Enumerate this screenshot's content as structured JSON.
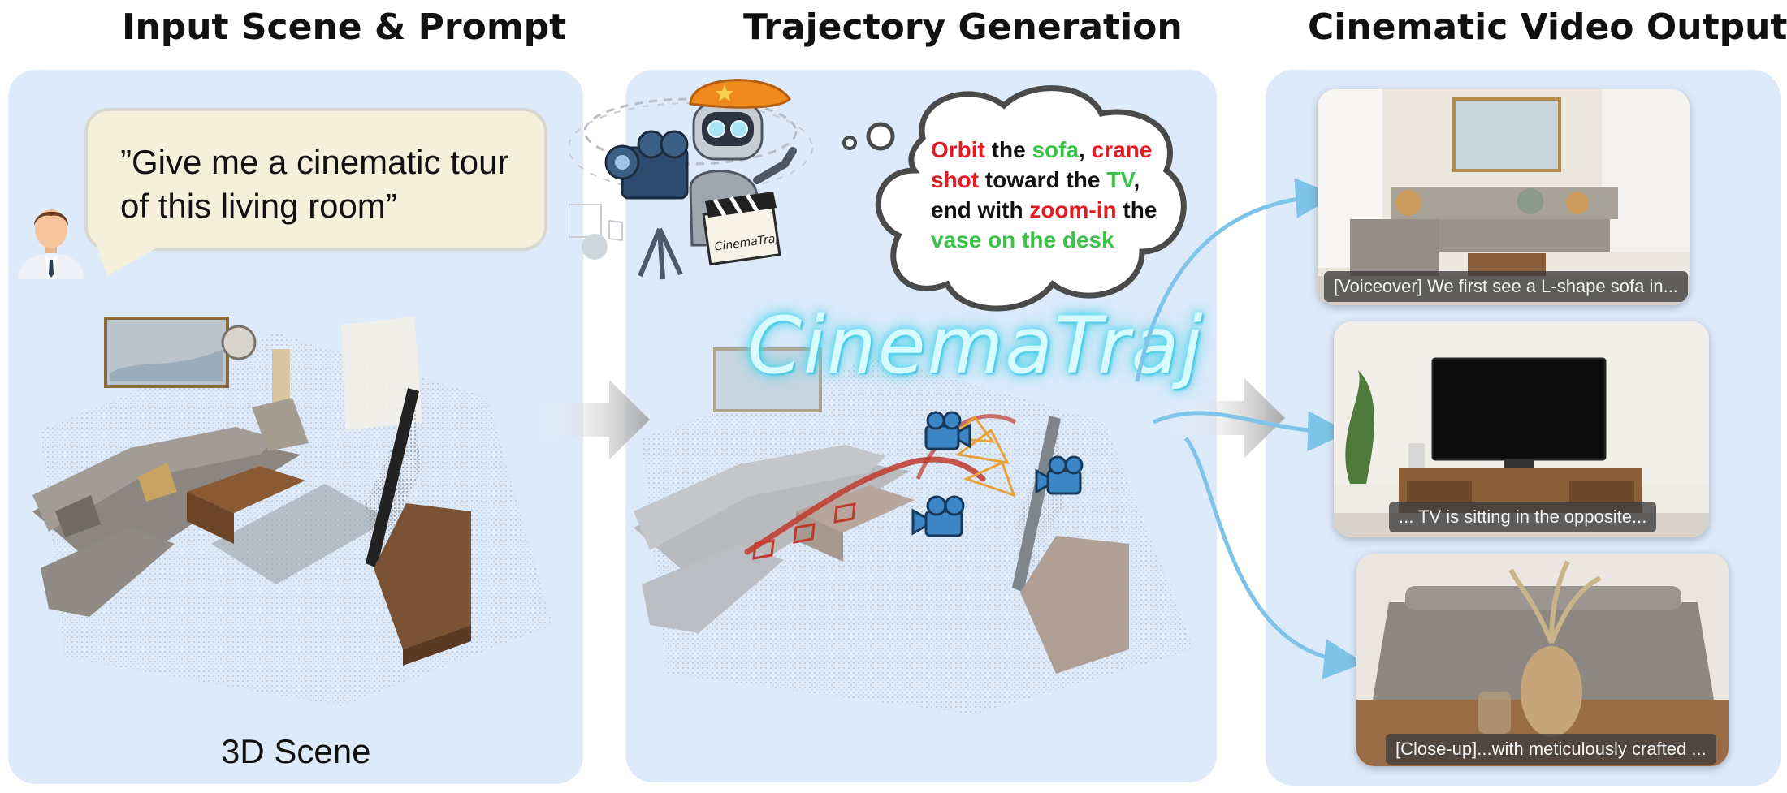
{
  "titles": {
    "input": "Input Scene & Prompt",
    "trajectory": "Trajectory Generation",
    "output": "Cinematic Video Output"
  },
  "prompt": {
    "line1": "”Give me a cinematic tour",
    "line2": "of this living room”"
  },
  "scene_label": "3D Scene",
  "clapper_text": "CinemaTraj",
  "brand": "CinemaTraj",
  "instruction": {
    "orbit": "Orbit",
    "the1": " the ",
    "sofa": "sofa",
    "comma1": ", ",
    "crane": "crane",
    "shot": "shot",
    "toward": " toward the ",
    "tv": "TV",
    "comma2": ",",
    "endwith": "end with ",
    "zoomin": "zoom-in",
    "the2": " the",
    "vase": "vase on the desk"
  },
  "captions": {
    "frame1": "[Voiceover] We first see a L-shape sofa in...",
    "frame2": "... TV is sitting in the opposite...",
    "frame3": "[Close-up]...with meticulously crafted ..."
  },
  "colors": {
    "panel": "#ddeafa",
    "highlight_action": "#e01b24",
    "highlight_object": "#3cc24b",
    "arrow_blue": "#7ec3e8"
  }
}
